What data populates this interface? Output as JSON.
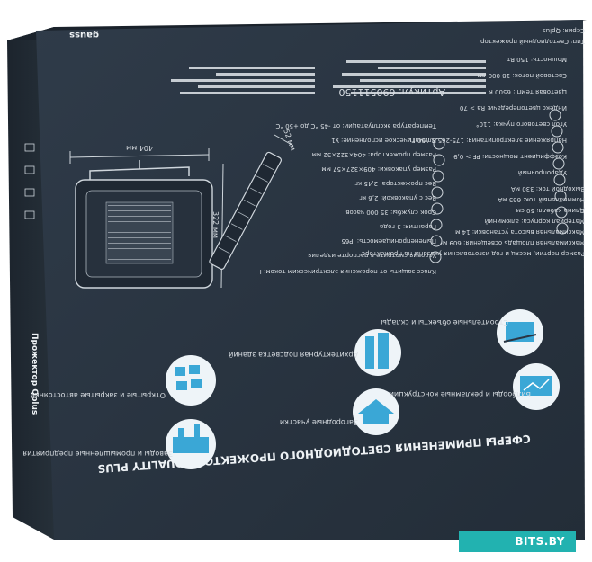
{
  "box": {
    "main_title": "СФЕРЫ ПРИМЕНЕНИЯ СВЕТОДИОДНОГО ПРОЖЕКТОРА QUALITY PLUS",
    "article": "Артикул: 690511150",
    "series": "Серия: Qplus",
    "type": "Тип: Светодиодный прожектор",
    "specs": [
      "Мощность: 150 Вт",
      "Световой поток: 18 000 лм",
      "Цветовая темп.: 6500 К",
      "Индекс цветопередачи: Ra > 70",
      "Угол светового пучка: 110°",
      "Напряжение электропитания: 175-265 В / 50 Гц",
      "Коэффициент мощности: PF > 0,9",
      "Ударопрочный",
      "Выходной ток: 330 мА",
      "Номинальный ток: 665 мА",
      "Длина кабеля: 50 см",
      "Материал корпуса: алюминий",
      "Максимальная высота установки: 14 м",
      "Максимальная площадь освещения: 609 м²",
      "Размер партии, месяц и год изготовления указаны на прожекторе"
    ],
    "params": [
      "Температура эксплуатации: от -45 °C до +50 °C",
      "Климатическое исполнение: У1",
      "Размер прожектора: 404×322×52 мм",
      "Размер упаковки: 409×327×57 мм",
      "Вес прожектора: 2,45 кг",
      "Вес с упаковкой: 2,6 кг",
      "Срок службы: 35 000 часов",
      "Гарантия: 3 года",
      "Условия смотрите в паспорте изделия",
      "Пыленепроницаемость: IP65",
      "Класс защиты от поражения электрическим током: I"
    ],
    "dimensions": {
      "width": "404 мм",
      "height": "322 мм",
      "depth": "52 мм"
    },
    "applications": [
      "Строительные объекты и склады",
      "Билборды и рекламные конструкции",
      "Архитектурная подсветка зданий",
      "Загородные участки",
      "Открытые и закрытые автостоянки",
      "Заводы и промышленные предприятия"
    ],
    "brand": "gauss",
    "side_product": "Прожектор Qplus"
  },
  "watermark": "BITS.BY",
  "colors": {
    "box_face": "#2a3542",
    "box_face_dark": "#222c37",
    "box_side": "#1d2630",
    "accent": "#3aa7d6",
    "watermark_bg": "#22b2b0"
  }
}
